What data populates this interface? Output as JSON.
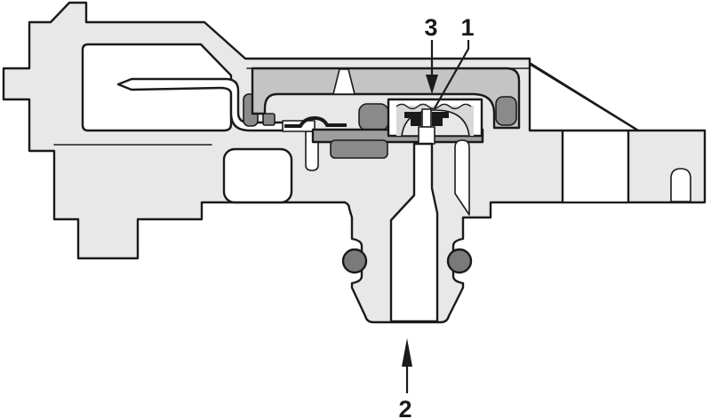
{
  "callouts": {
    "c1": {
      "label": "1"
    },
    "c2": {
      "label": "2"
    },
    "c3": {
      "label": "3"
    }
  },
  "colors": {
    "background": "#ffffff",
    "outline": "#1a1a1a",
    "housing": "#e8e8e8",
    "cover": "#c4c4c4",
    "substrate": "#9e9e9e",
    "seal": "#8a8a8a",
    "oring": "#7a7a7a",
    "gel": "#d8d8d8"
  }
}
